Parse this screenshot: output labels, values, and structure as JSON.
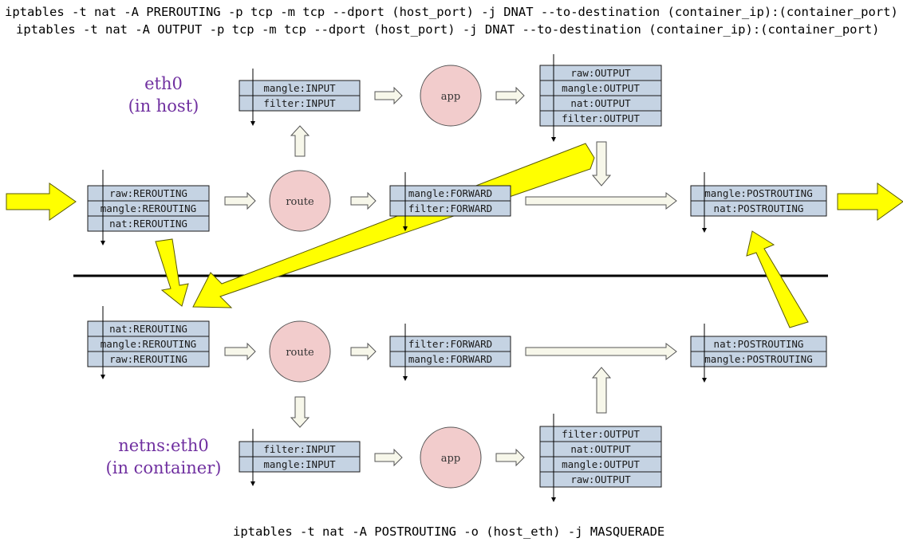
{
  "commands": {
    "top1": "iptables -t nat -A PREROUTING -p tcp -m tcp --dport (host_port) -j DNAT --to-destination (container_ip):(container_port)",
    "top2": "iptables -t nat -A OUTPUT -p tcp -m tcp --dport (host_port) -j DNAT --to-destination (container_ip):(container_port)",
    "bottom": "iptables -t nat -A POSTROUTING -o (host_eth) -j MASQUERADE"
  },
  "labels": {
    "host_line1": "eth0",
    "host_line2": "(in host)",
    "container_line1": "netns:eth0",
    "container_line2": "(in container)"
  },
  "nodes": {
    "host_app": "app",
    "host_route": "route",
    "container_route": "route",
    "container_app": "app"
  },
  "tables": {
    "host_prerouting": [
      "raw:REROUTING",
      "mangle:REROUTING",
      "nat:REROUTING"
    ],
    "host_input": [
      "mangle:INPUT",
      "filter:INPUT"
    ],
    "host_output": [
      "raw:OUTPUT",
      "mangle:OUTPUT",
      "nat:OUTPUT",
      "filter:OUTPUT"
    ],
    "host_forward": [
      "mangle:FORWARD",
      "filter:FORWARD"
    ],
    "host_postrouting": [
      "mangle:POSTROUTING",
      "nat:POSTROUTING"
    ],
    "container_prerouting": [
      "nat:REROUTING",
      "mangle:REROUTING",
      "raw:REROUTING"
    ],
    "container_forward": [
      "filter:FORWARD",
      "mangle:FORWARD"
    ],
    "container_postrouting": [
      "nat:POSTROUTING",
      "mangle:POSTROUTING"
    ],
    "container_input": [
      "filter:INPUT",
      "mangle:INPUT"
    ],
    "container_output": [
      "filter:OUTPUT",
      "nat:OUTPUT",
      "mangle:OUTPUT",
      "raw:OUTPUT"
    ]
  },
  "colors": {
    "table_fill": "#c5d3e3",
    "node_fill": "#f2cccc",
    "flow_arrow": "#ffff00",
    "label_text": "#7030a0"
  }
}
